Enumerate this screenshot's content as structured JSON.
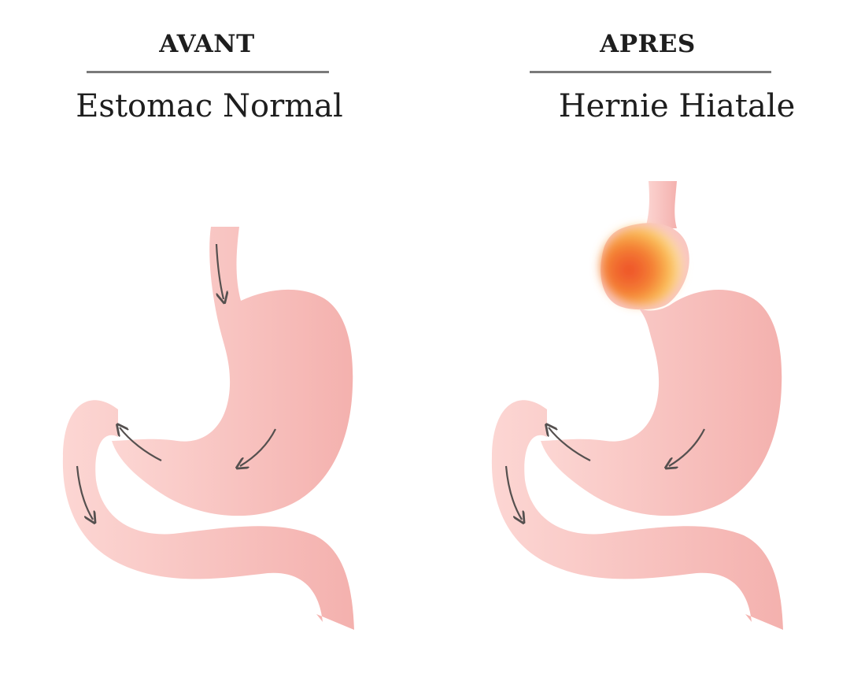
{
  "before": {
    "tag": "AVANT",
    "title": "Estomac Normal"
  },
  "after": {
    "tag": "APRES",
    "title": "Hernie Hiatale"
  },
  "colors": {
    "stomach_light": "#fbd2cf",
    "stomach_dark": "#f5b3b0",
    "arrow": "#55504f",
    "hernia_red": "#f0522c",
    "hernia_orange": "#f7a039",
    "hernia_yellow": "#ffd56a",
    "rule": "#7a7a7a"
  }
}
